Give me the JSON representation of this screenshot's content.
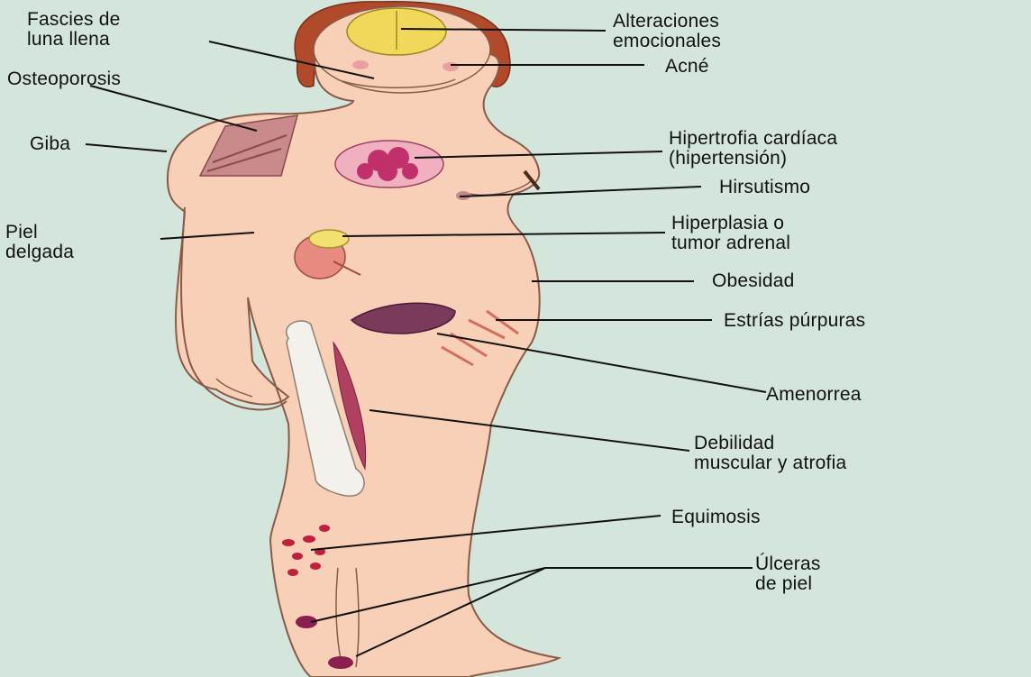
{
  "labels": {
    "fascies": [
      "Fascies de",
      "luna llena"
    ],
    "alteraciones": [
      "Alteraciones",
      "emocionales"
    ],
    "acne": "Acné",
    "osteoporosis": "Osteoporosis",
    "giba": "Giba",
    "hipertrofia": [
      "Hipertrofia cardíaca",
      "(hipertensión)"
    ],
    "hirsutismo": "Hirsutismo",
    "piel_delgada": [
      "Piel",
      "delgada"
    ],
    "hiperplasia": [
      "Hiperplasia o",
      "tumor adrenal"
    ],
    "obesidad": "Obesidad",
    "estrias": "Estrías púrpuras",
    "amenorrea": "Amenorrea",
    "debilidad": [
      "Debilidad",
      "muscular y atrofia"
    ],
    "equimosis": "Equimosis",
    "ulceras": [
      "Úlceras",
      "de piel"
    ]
  },
  "colors": {
    "background": "#d4e6dc",
    "skin": "#f8d0b8",
    "outline": "#8a5a48",
    "hair": "#b04a2a",
    "brain": "#f2d85a",
    "heart": "#c0306a",
    "bone": "#f4f0ec",
    "muscle": "#b04060",
    "uterus": "#7a3a5a",
    "bruise": "#c02040"
  }
}
